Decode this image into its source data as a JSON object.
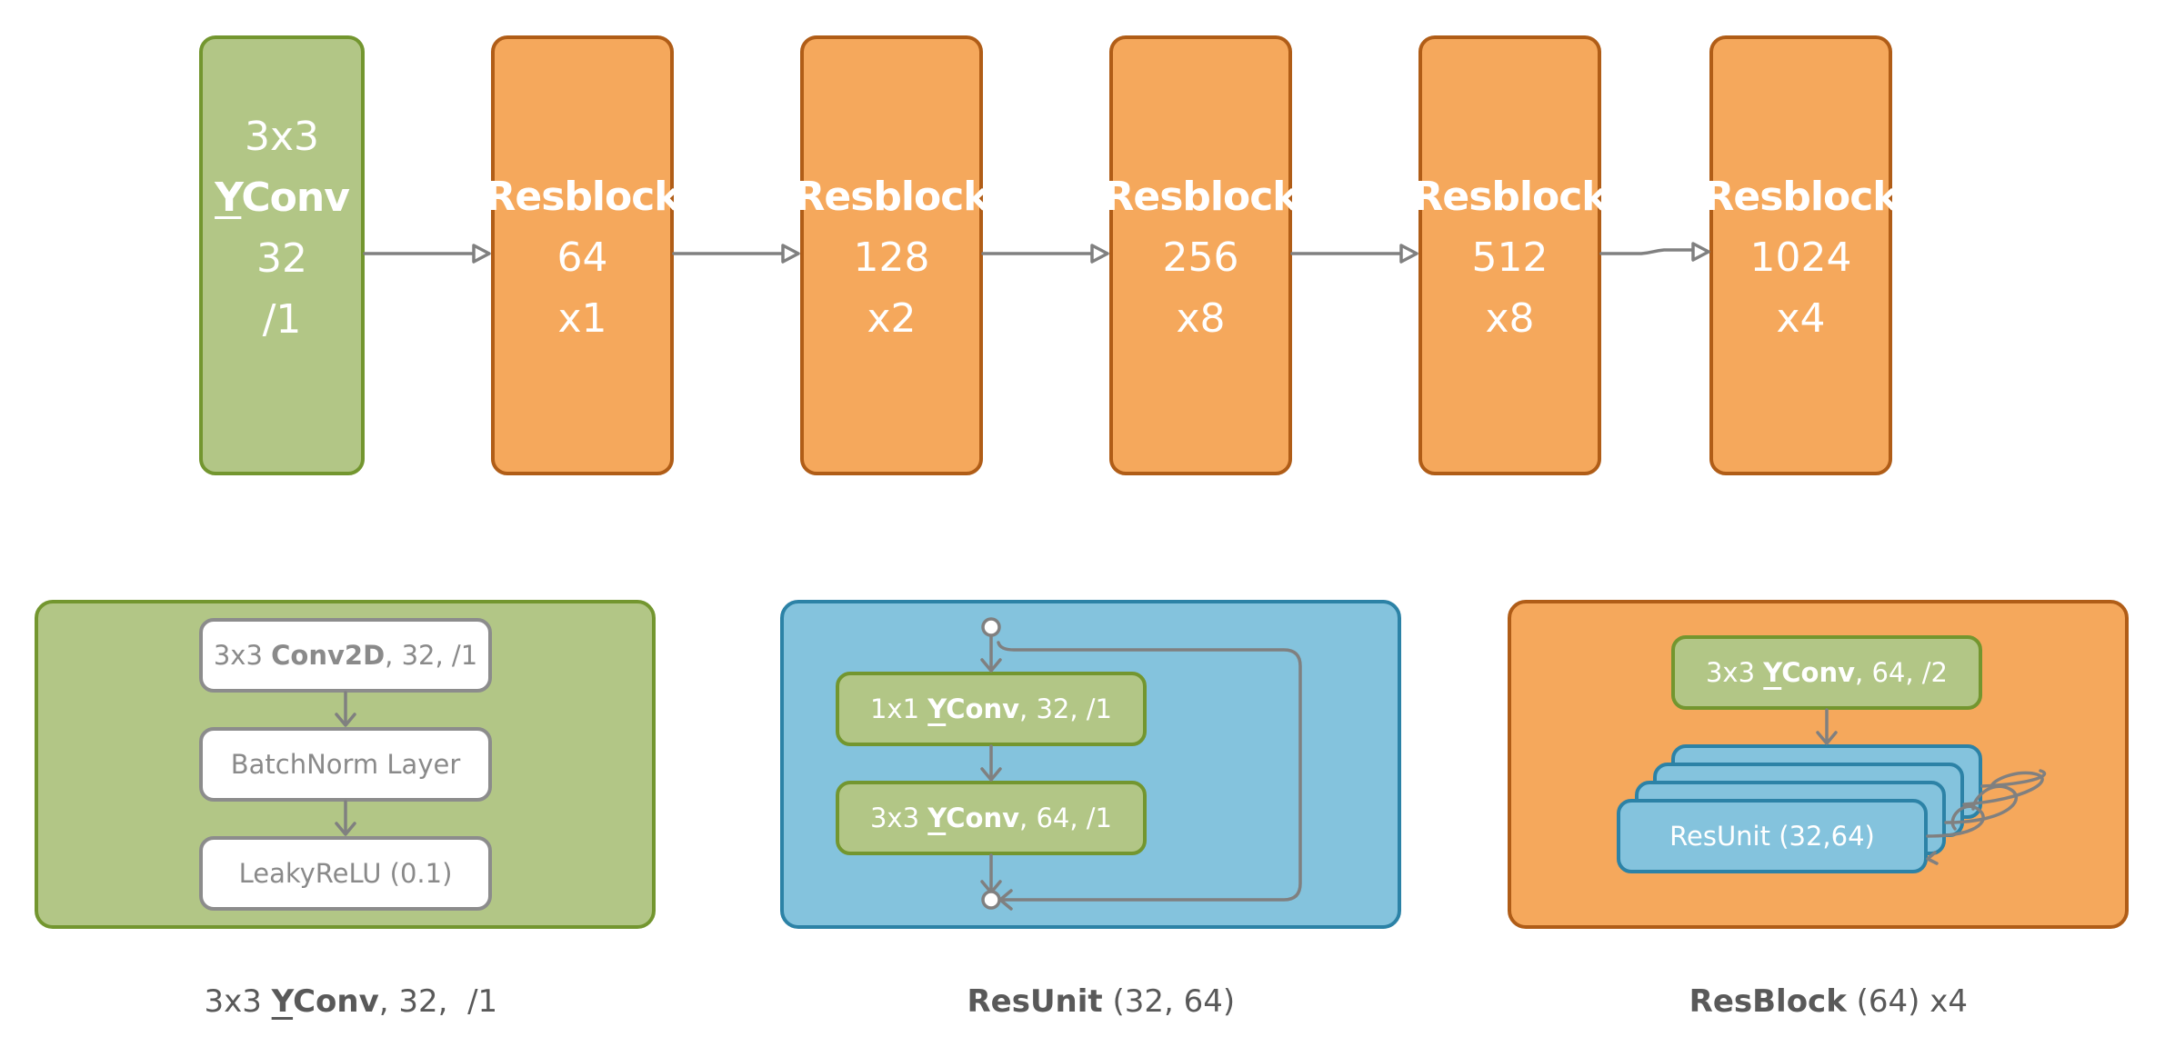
{
  "pipeline": {
    "stem": {
      "l1": "3x3",
      "l2": "YConv",
      "l3": "32",
      "l4": "/1"
    },
    "resblocks": [
      {
        "title": "Resblock",
        "channels": "64",
        "repeat": "x1"
      },
      {
        "title": "Resblock",
        "channels": "128",
        "repeat": "x2"
      },
      {
        "title": "Resblock",
        "channels": "256",
        "repeat": "x8"
      },
      {
        "title": "Resblock",
        "channels": "512",
        "repeat": "x8"
      },
      {
        "title": "Resblock",
        "channels": "1024",
        "repeat": "x4"
      }
    ]
  },
  "yconv_panel": {
    "conv": {
      "pre": "3x3 ",
      "bold": "Conv2D",
      "post": ", 32, /1"
    },
    "bn": "BatchNorm Layer",
    "act": "LeakyReLU (0.1)",
    "caption": {
      "pre": "3x3 ",
      "bold": "YConv",
      "post": ", 32,  /1"
    }
  },
  "resunit_panel": {
    "conv1": {
      "pre": "1x1 ",
      "bold": "YConv",
      "post": ", 32, /1"
    },
    "conv2": {
      "pre": "3x3 ",
      "bold": "YConv",
      "post": ", 64, /1"
    },
    "caption": {
      "bold": "ResUnit",
      "post": " (32, 64)"
    }
  },
  "resblock_panel": {
    "conv": {
      "pre": "3x3 ",
      "bold": "YConv",
      "post": ", 64, /2"
    },
    "unit": "ResUnit (32,64)",
    "caption": {
      "bold": "ResBlock",
      "post": " (64) x4"
    }
  },
  "colors": {
    "green_fill": "#b2c686",
    "green_stroke": "#73962f",
    "orange_fill": "#f5a85c",
    "orange_stroke": "#b05d17",
    "blue_fill": "#84c3dd",
    "blue_stroke": "#2c82a6",
    "arrow": "#808080",
    "caption_text": "#595959"
  }
}
